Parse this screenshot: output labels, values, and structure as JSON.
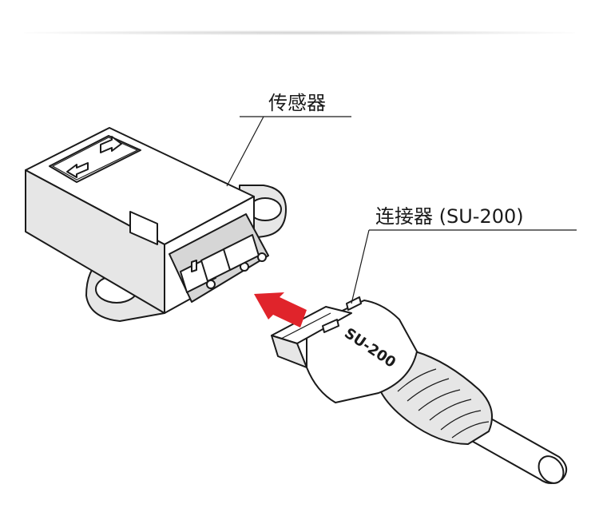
{
  "callouts": {
    "sensor_label": "传感器",
    "connector_label": "连接器 (SU-200)"
  },
  "connector_marking": "SU-200",
  "colors": {
    "arrow": "#e0242b",
    "line": "#1a1a1a",
    "shade": "#e6e6e6"
  }
}
